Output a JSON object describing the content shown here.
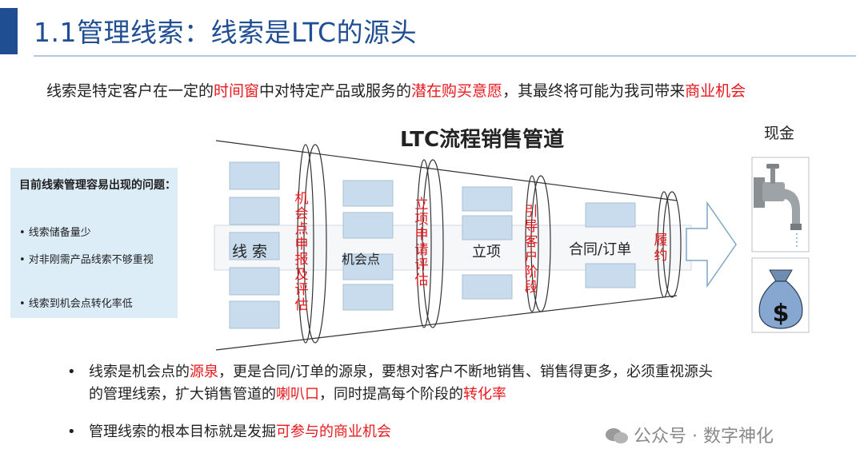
{
  "title": "1.1管理线索：线索是LTC的源头",
  "subtitle": {
    "p1": "线索是特定客户在一定的",
    "r1": "时间窗",
    "p2": "中对特定产品或服务的",
    "r2": "潜在购买意愿",
    "p3": "，其最终将可能为我司带来",
    "r3": "商业机会"
  },
  "funnel": {
    "title": "LTC流程销售管道",
    "stages": [
      "线 索",
      "机会点",
      "立项",
      "合同/订单"
    ],
    "transitions": [
      "机会点申报及评估",
      "立项申请评估",
      "引导客户阶段",
      "履约"
    ]
  },
  "cash": {
    "title": "现金",
    "icons": [
      "faucet-icon",
      "money-bag-icon"
    ]
  },
  "problems": {
    "title": "目前线索管理容易出现的问题：",
    "items": [
      "• 线索储备量少",
      "• 对非刚需产品线索不够重视",
      "• 线索到机会点转化率低"
    ]
  },
  "bullets": {
    "b1": {
      "p1": "线索是机会点的",
      "r1": "源泉",
      "p2": "，更是合同/订单的源泉，要想对客户不断地销售、销售得更多，必须重视源头",
      "p3": "的管理线索，扩大销售管道的",
      "r2": "喇叭口",
      "p4": "，同时提高每个阶段的",
      "r3": "转化率"
    },
    "b2": {
      "p1": "管理线索的根本目标就是发掘",
      "r1": "可参与的商业机会"
    }
  },
  "watermark": "公众号 · 数字神化",
  "colors": {
    "accent": "#1f4e93",
    "highlight": "#e8181d",
    "box": "#dcedf8",
    "block": "#c9dced"
  }
}
